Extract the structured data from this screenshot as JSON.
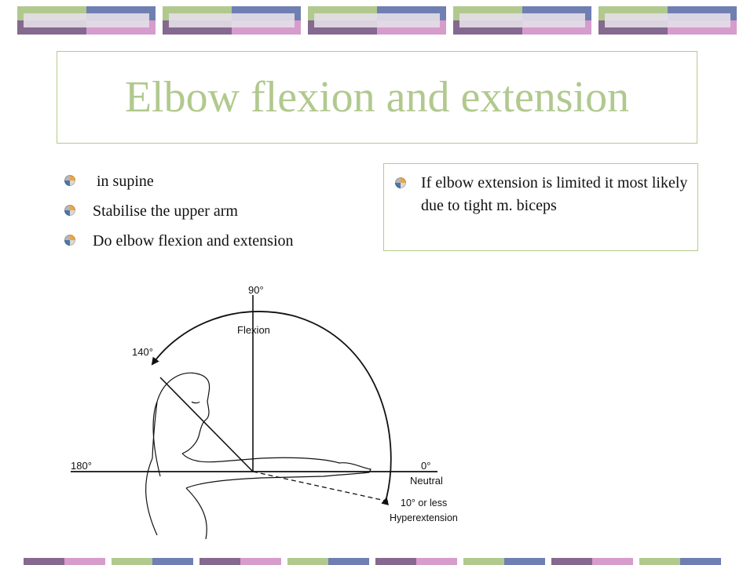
{
  "slide": {
    "title": "Elbow flexion and extension",
    "left_bullets": [
      " in supine",
      "Stabilise the upper arm",
      "Do elbow flexion and extension"
    ],
    "right_bullet": "If elbow extension is limited it most likely due to tight m. biceps"
  },
  "figure": {
    "label_90": "90°",
    "label_flexion": "Flexion",
    "label_140": "140°",
    "label_180": "180°",
    "label_0": "0°",
    "label_neutral": "Neutral",
    "label_10": "10° or less",
    "label_hyperextension": "Hyperextension"
  },
  "colors": {
    "green": "#b1c98e",
    "blue": "#6f7fb2",
    "purple": "#85698f",
    "pink": "#d69ccc",
    "border": "#b5c98c"
  }
}
